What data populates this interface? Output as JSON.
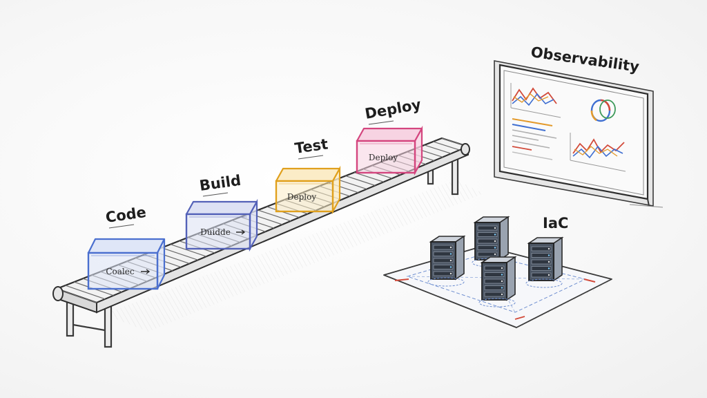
{
  "pipeline": {
    "stages": [
      {
        "label": "Code",
        "box_text": "Coalec",
        "color": "#4a6fcf",
        "fill": "#dfe6f7",
        "has_arrow": true
      },
      {
        "label": "Build",
        "box_text": "Duidde",
        "color": "#5361b8",
        "fill": "#dde1f4",
        "has_arrow": true
      },
      {
        "label": "Test",
        "box_text": "Deploy",
        "color": "#e0a01c",
        "fill": "#fbecc7",
        "has_arrow": false
      },
      {
        "label": "Deploy",
        "box_text": "Deploy",
        "color": "#d4457e",
        "fill": "#f7d3e2",
        "has_arrow": false
      }
    ]
  },
  "observability": {
    "title": "Observability"
  },
  "iac": {
    "title": "IaC",
    "servers": 4
  },
  "colors": {
    "ink": "#1e1e1e",
    "chart_blue": "#3f6fd1",
    "chart_red": "#d24a3a",
    "chart_orange": "#e39a2b",
    "chart_green": "#3e9a5a"
  }
}
